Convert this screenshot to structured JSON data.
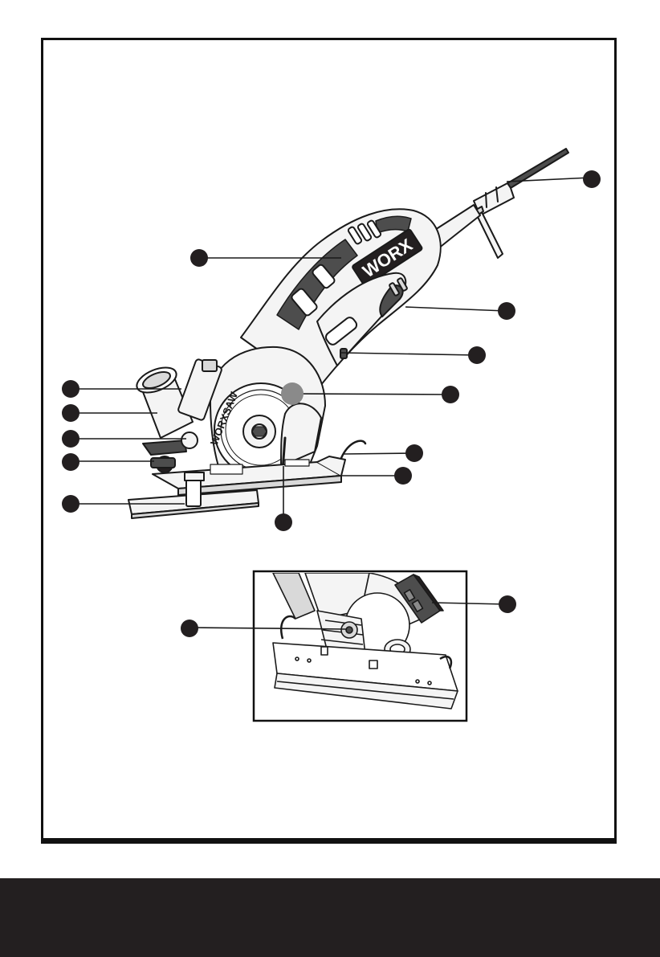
{
  "page": {
    "colors": {
      "frame": "#111111",
      "footer_band": "#231f20",
      "callout_dot": "#231f20",
      "line_art": "#1a1a1a",
      "fill_light": "#f4f4f4",
      "fill_mid": "#d9d9d9",
      "fill_dark": "#4d4d4d"
    }
  },
  "main_figure": {
    "brand_logo": "WORX",
    "blade_marking": "WORXSAW"
  },
  "callouts": {
    "main_count": 14,
    "detail_count": 2
  },
  "footer": {
    "band": "dark-band"
  }
}
